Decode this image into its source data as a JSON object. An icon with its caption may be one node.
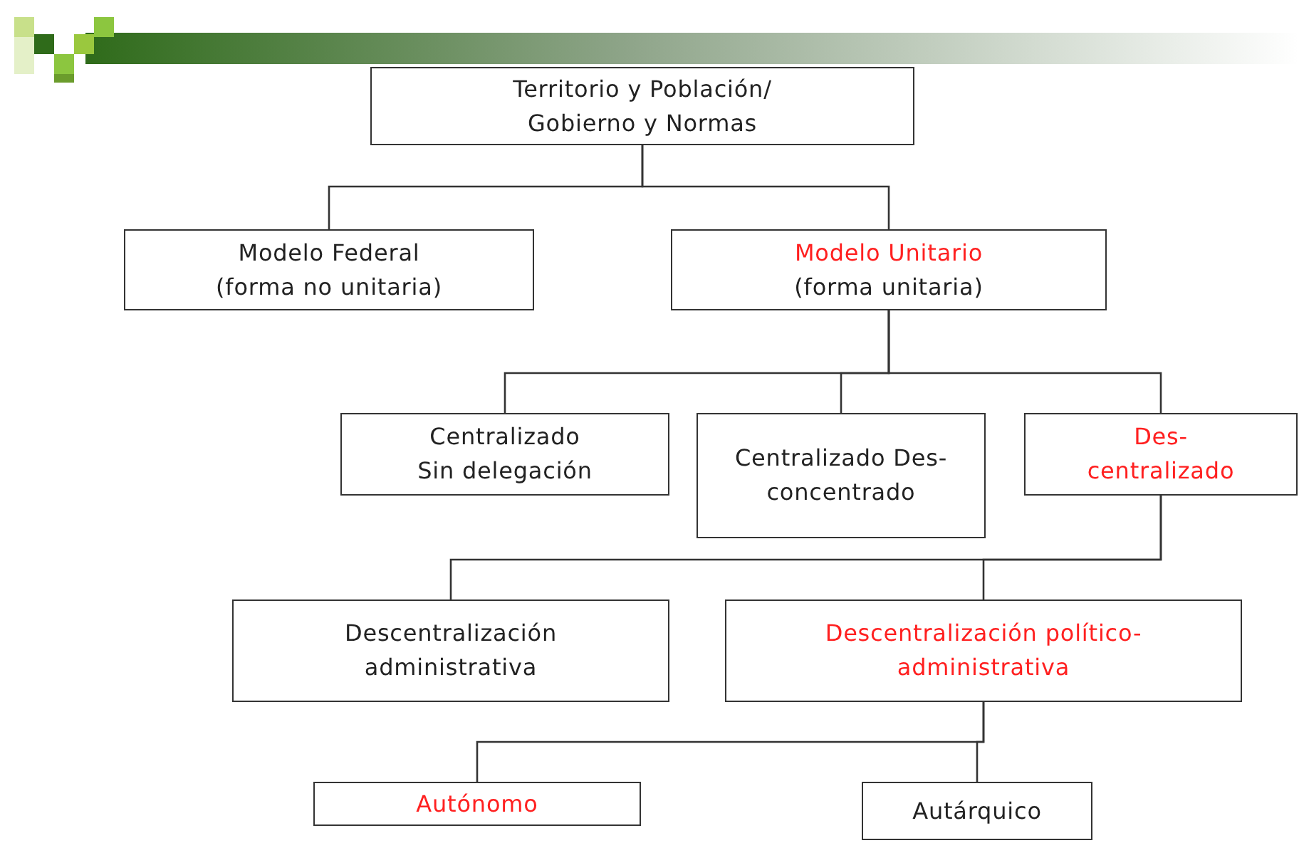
{
  "diagram": {
    "nodes": [
      {
        "text": [
          "Territorio y Población/ Gobierno y Normas"
        ]
      },
      {
        "text": [
          "Modelo Federal",
          "(forma no unitaria)"
        ]
      },
      {
        "text": [
          "Modelo Unitario",
          "(forma unitaria)"
        ]
      },
      {
        "text": [
          "Centralizado Sin delegación"
        ]
      },
      {
        "text": [
          "Centralizado Des- concentrado"
        ]
      },
      {
        "text": [
          "Des- centralizado"
        ]
      },
      {
        "text": [
          "Descentralización administrativa"
        ]
      },
      {
        "text": [
          "Descentralización político- administrativa"
        ]
      },
      {
        "text": [
          "Autónomo"
        ]
      },
      {
        "text": [
          "Autárquico"
        ]
      }
    ],
    "edges": [
      {
        "from": 0,
        "to": 1,
        "arrow": "none"
      },
      {
        "from": 0,
        "to": 2,
        "arrow": "none"
      },
      {
        "from": 2,
        "to": 3,
        "arrow": "none"
      },
      {
        "from": 2,
        "to": 4,
        "arrow": "none"
      },
      {
        "from": 2,
        "to": 5,
        "arrow": "none"
      },
      {
        "from": 5,
        "to": 6,
        "arrow": "none"
      },
      {
        "from": 5,
        "to": 7,
        "arrow": "none"
      },
      {
        "from": 7,
        "to": 8,
        "arrow": "none"
      },
      {
        "from": 7,
        "to": 9,
        "arrow": "none"
      }
    ]
  }
}
